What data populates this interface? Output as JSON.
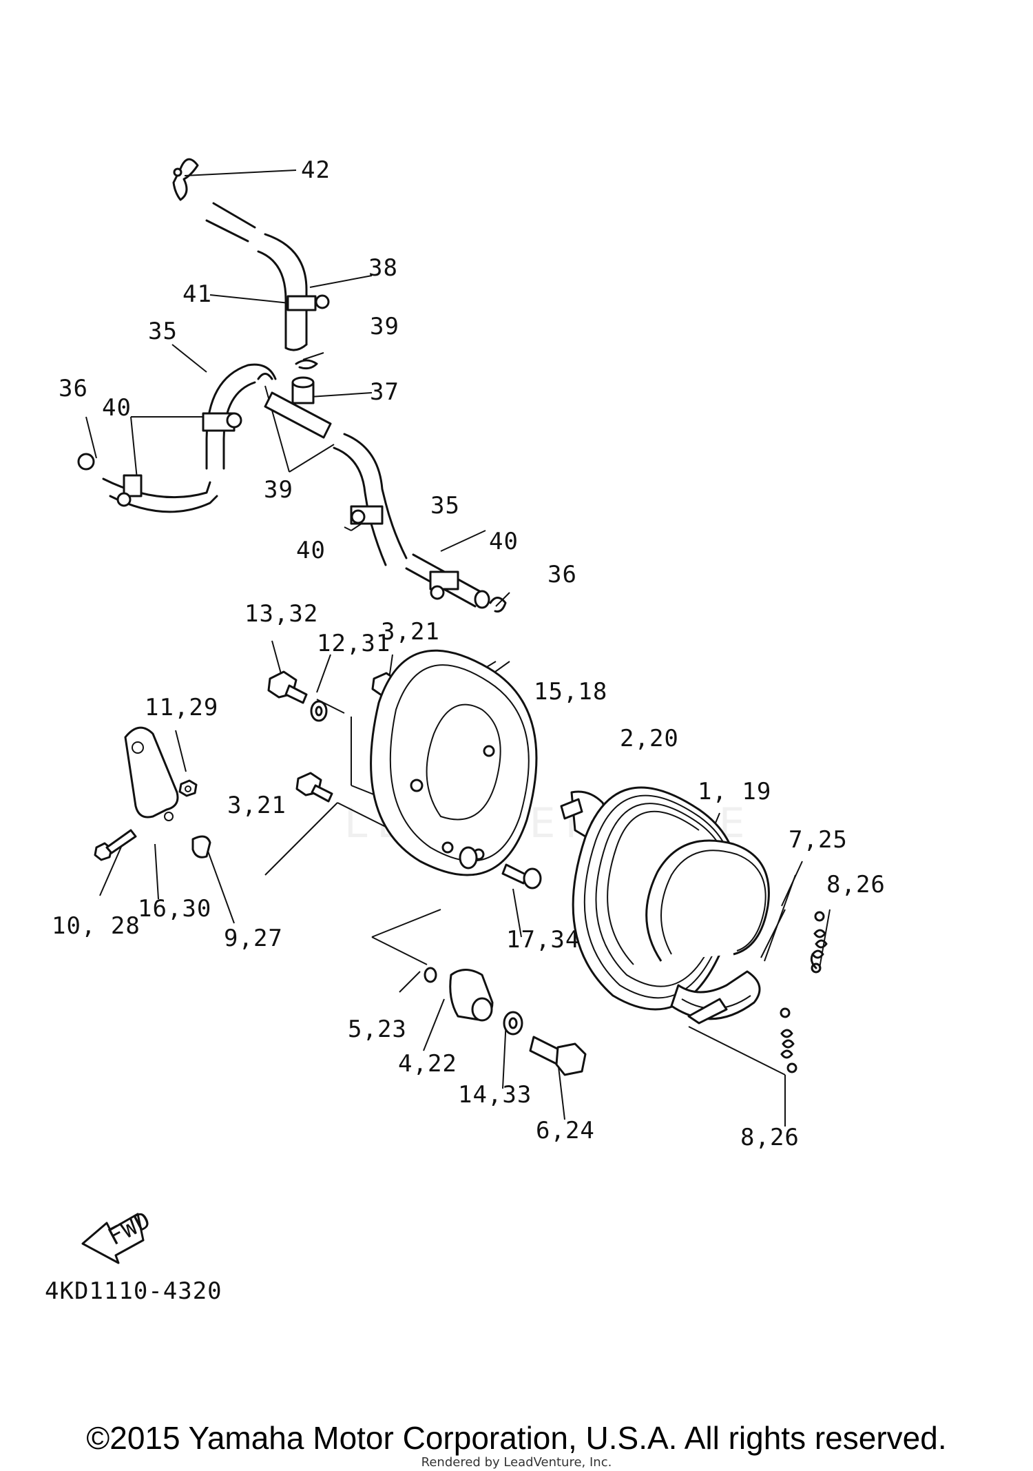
{
  "diagram": {
    "callouts": [
      {
        "id": "c42",
        "text": "42"
      },
      {
        "id": "c38",
        "text": "38"
      },
      {
        "id": "c41",
        "text": "41"
      },
      {
        "id": "c39a",
        "text": "39"
      },
      {
        "id": "c35a",
        "text": "35"
      },
      {
        "id": "c37",
        "text": "37"
      },
      {
        "id": "c36a",
        "text": "36"
      },
      {
        "id": "c40a",
        "text": "40"
      },
      {
        "id": "c39b",
        "text": "39"
      },
      {
        "id": "c35b",
        "text": "35"
      },
      {
        "id": "c40b",
        "text": "40"
      },
      {
        "id": "c40c",
        "text": "40"
      },
      {
        "id": "c36b",
        "text": "36"
      },
      {
        "id": "c1332",
        "text": "13,32"
      },
      {
        "id": "c1231",
        "text": "12,31"
      },
      {
        "id": "c321a",
        "text": "3,21"
      },
      {
        "id": "c1518",
        "text": "15,18"
      },
      {
        "id": "c1129",
        "text": "11,29"
      },
      {
        "id": "c220",
        "text": "2,20"
      },
      {
        "id": "c321b",
        "text": "3,21"
      },
      {
        "id": "c119",
        "text": "1, 19"
      },
      {
        "id": "c725",
        "text": "7,25"
      },
      {
        "id": "c826a",
        "text": "8,26"
      },
      {
        "id": "c1028",
        "text": "10, 28"
      },
      {
        "id": "c1630",
        "text": "16,30"
      },
      {
        "id": "c927",
        "text": "9,27"
      },
      {
        "id": "c1734",
        "text": "17,34"
      },
      {
        "id": "c523",
        "text": "5,23"
      },
      {
        "id": "c422",
        "text": "4,22"
      },
      {
        "id": "c1433",
        "text": "14,33"
      },
      {
        "id": "c624",
        "text": "6,24"
      },
      {
        "id": "c826b",
        "text": "8,26"
      }
    ],
    "fwd_label": "FWD",
    "drawing_number": "4KD1110-4320",
    "watermark": "LEADVENTURE"
  },
  "footer": {
    "copyright": "©2015 Yamaha Motor Corporation, U.S.A. All rights reserved.",
    "rendered_by": "Rendered by LeadVenture, Inc."
  }
}
